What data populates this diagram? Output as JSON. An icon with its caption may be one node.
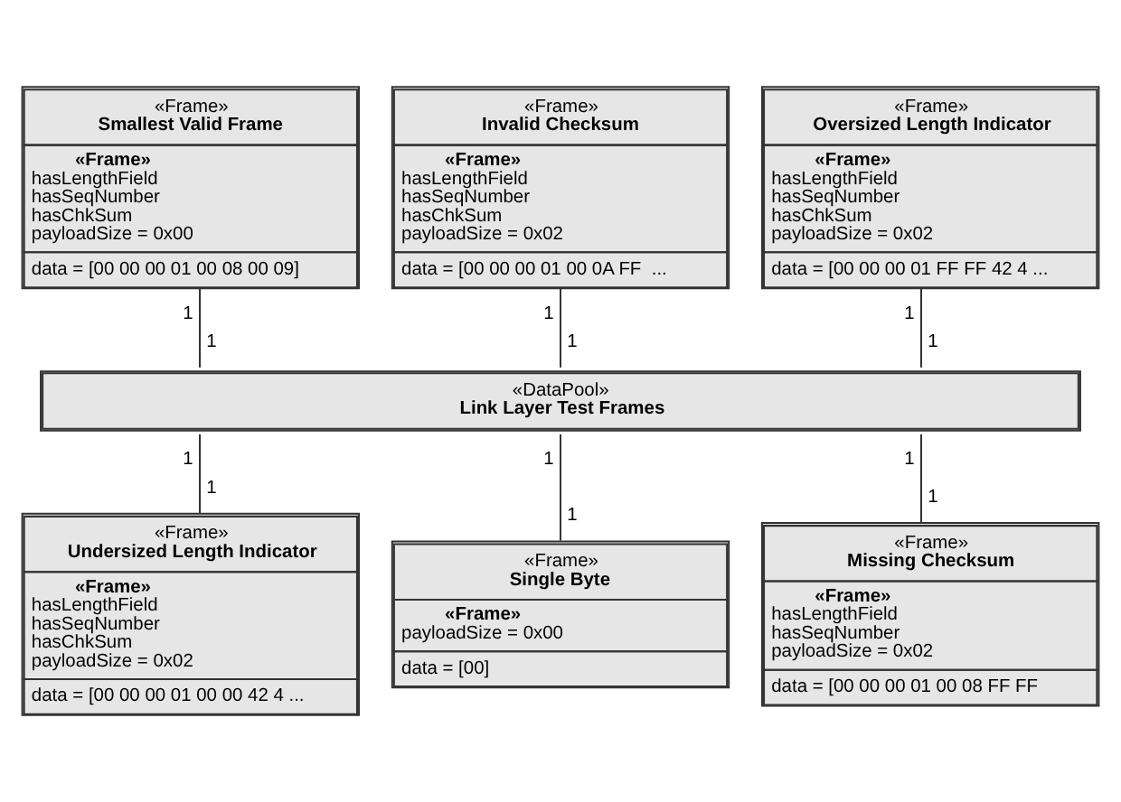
{
  "diagram": {
    "nodes": [
      {
        "text": [
          "«Frame»",
          "Smallest Valid Frame",
          "«Frame»",
          "hasLengthField",
          "hasSeqNumber",
          "hasChkSum",
          "payloadSize = 0x00",
          "data = [00 00 00 01 00 08 00 09]"
        ]
      },
      {
        "text": [
          "«Frame»",
          "Invalid Checksum",
          "«Frame»",
          "hasLengthField",
          "hasSeqNumber",
          "hasChkSum",
          "payloadSize = 0x02",
          "data = [00 00 00 01 00 0A FF  ..."
        ]
      },
      {
        "text": [
          "«Frame»",
          "Oversized Length Indicator",
          "«Frame»",
          "hasLengthField",
          "hasSeqNumber",
          "hasChkSum",
          "payloadSize = 0x02",
          "data = [00 00 00 01 FF FF 42 4 ..."
        ]
      },
      {
        "text": [
          "«DataPool»",
          "Link Layer Test Frames"
        ]
      },
      {
        "text": [
          "«Frame»",
          "Undersized Length Indicator",
          "«Frame»",
          "hasLengthField",
          "hasSeqNumber",
          "hasChkSum",
          "payloadSize = 0x02",
          "data = [00 00 00 01 00 00 42 4 ..."
        ]
      },
      {
        "text": [
          "«Frame»",
          "Single Byte",
          "«Frame»",
          "payloadSize = 0x00",
          "data = [00]"
        ]
      },
      {
        "text": [
          "«Frame»",
          "Missing Checksum",
          "«Frame»",
          "hasLengthField",
          "hasSeqNumber",
          "payloadSize = 0x02",
          "data = [00 00 00 01 00 08 FF FF"
        ]
      }
    ],
    "edges": [
      {
        "from": 0,
        "to": 3,
        "arrow": "none"
      },
      {
        "from": 1,
        "to": 3,
        "arrow": "none"
      },
      {
        "from": 2,
        "to": 3,
        "arrow": "none"
      },
      {
        "from": 3,
        "to": 4,
        "arrow": "none"
      },
      {
        "from": 3,
        "to": 5,
        "arrow": "none"
      },
      {
        "from": 3,
        "to": 6,
        "arrow": "none"
      }
    ],
    "labels": [
      "1",
      "1",
      "1",
      "1",
      "1",
      "1",
      "1",
      "1",
      "1",
      "1",
      "1",
      "1"
    ]
  }
}
